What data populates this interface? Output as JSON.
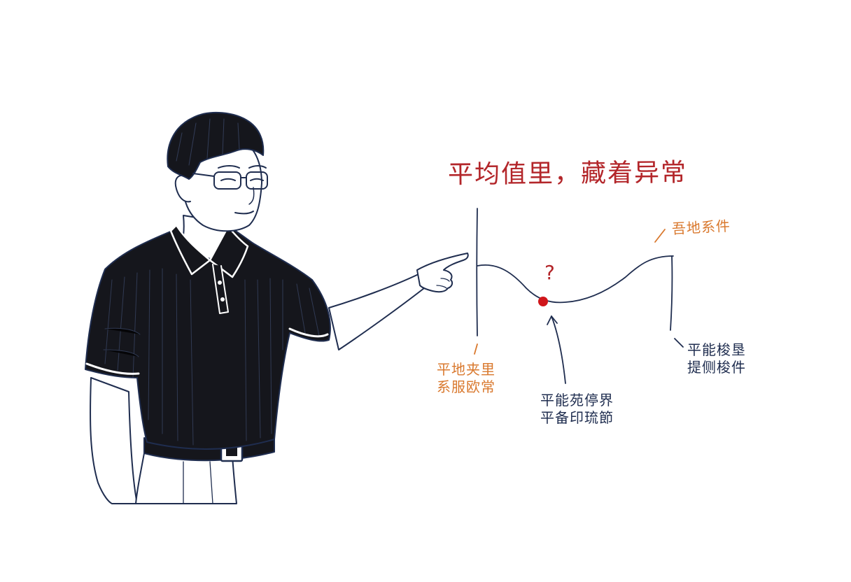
{
  "headline": "平均值里，藏着异常",
  "labels": {
    "top_right": "吾地系件",
    "left": [
      "平地夹里",
      "系服欧常"
    ],
    "middle": [
      "平能苑停界",
      "平备印琉節"
    ],
    "right": [
      "平能梭垦",
      "提侧梭件"
    ]
  },
  "question_mark": "?",
  "colors": {
    "ink": "#1f2d4f",
    "red": "#b3262a",
    "orange": "#d9782d",
    "dot": "#d0161b"
  }
}
